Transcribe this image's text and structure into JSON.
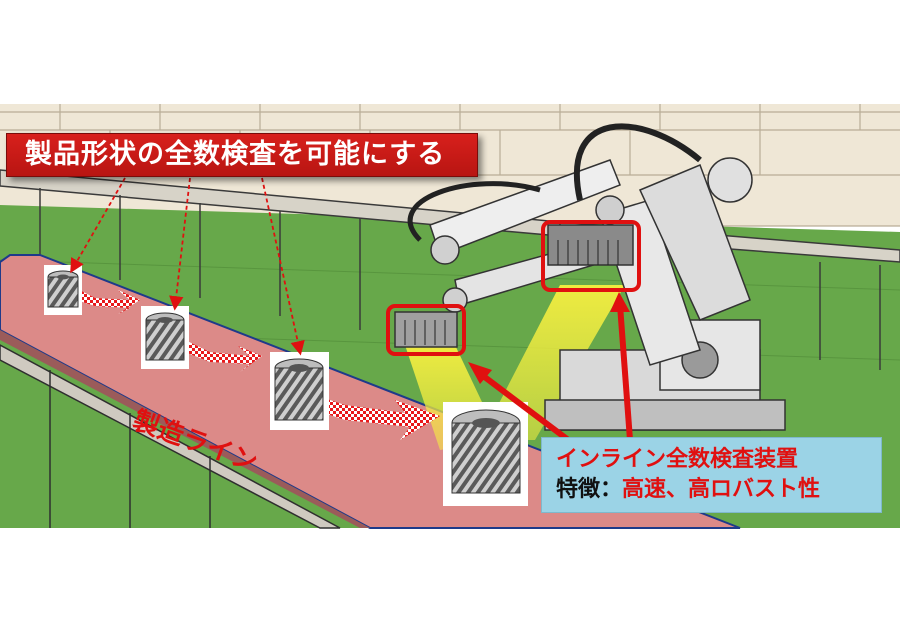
{
  "title_label": "製品形状の全数検査を可能にする",
  "line_label": "製造ライン",
  "device": {
    "name": "インライン全数検査装置",
    "feature_key": "特徴",
    "feature_sep": "：",
    "feature_value": "高速、高ロバスト性"
  },
  "colors": {
    "title_bg": "#c8191a",
    "belt": "#dc8a88",
    "info_bg": "#9bd3e6",
    "highlight_red": "#e01010",
    "light_beam": "#f0ea3a",
    "grass": "#6aa84f"
  }
}
